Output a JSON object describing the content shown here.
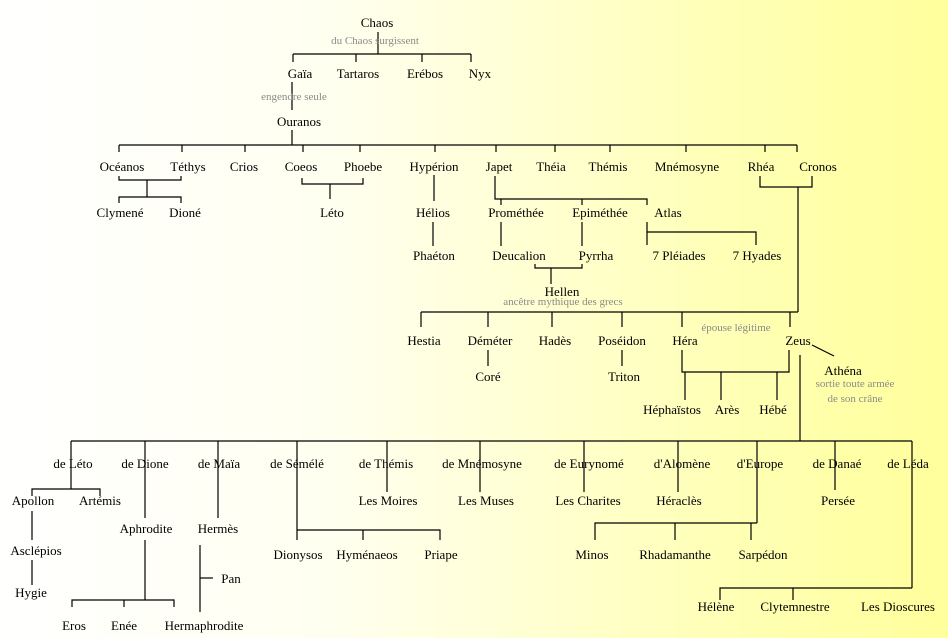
{
  "gods": {
    "chaos": "Chaos",
    "gaia": "Gaïa",
    "tartaros": "Tartaros",
    "erebos": "Erébos",
    "nyx": "Nyx",
    "ouranos": "Ouranos",
    "oceanos": "Océanos",
    "tethys": "Téthys",
    "crios": "Crios",
    "coeos": "Coeos",
    "phoebe": "Phoebe",
    "hyperion": "Hypérion",
    "japet": "Japet",
    "theia": "Théia",
    "themis": "Thémis",
    "mnemosyne": "Mnémosyne",
    "rhea": "Rhéa",
    "cronos": "Cronos",
    "clymene": "Clymené",
    "dione": "Dioné",
    "leto": "Léto",
    "helios": "Hélios",
    "promethee": "Prométhée",
    "epimethee": "Epiméthée",
    "atlas": "Atlas",
    "phaeton": "Phaéton",
    "deucalion": "Deucalion",
    "pyrrha": "Pyrrha",
    "pleiades": "7 Pléiades",
    "hyades": "7 Hyades",
    "hellen": "Hellen",
    "hestia": "Hestia",
    "demeter": "Déméter",
    "hades": "Hadès",
    "poseidon": "Poséidon",
    "hera": "Héra",
    "zeus": "Zeus",
    "athena": "Athéna",
    "core": "Coré",
    "triton": "Triton",
    "hephaistos": "Héphaïstos",
    "ares": "Arès",
    "hebe": "Hébé",
    "apollon": "Apollon",
    "artemis": "Artémis",
    "asclepios": "Asclépios",
    "hygie": "Hygie",
    "aphrodite": "Aphrodite",
    "eros": "Eros",
    "enee": "Enée",
    "hermaphrodite": "Hermaphrodite",
    "hermes": "Hermès",
    "pan": "Pan",
    "dionysos": "Dionysos",
    "hymenaeos": "Hyménaeos",
    "priape": "Priape",
    "moires": "Les Moires",
    "muses": "Les Muses",
    "charites": "Les Charites",
    "heracles": "Héraclès",
    "minos": "Minos",
    "rhadamanthe": "Rhadamanthe",
    "sarpedon": "Sarpédon",
    "persee": "Persée",
    "helene": "Hélène",
    "clytemnestre": "Clytemnestre",
    "dioscures": "Les Dioscures"
  },
  "mothers": {
    "leto": "de Léto",
    "dione": "de Dione",
    "maia": "de Maïa",
    "semele": "de Sémélé",
    "themis": "de Thémis",
    "mnemosyne": "de Mnémosyne",
    "eurynome": "de Eurynomé",
    "alcmene": "d'Alomène",
    "europe": "d'Europe",
    "danae": "de Danaé",
    "leda": "de Léda"
  },
  "notes": {
    "chaos": "du Chaos surgissent",
    "gaia": "engendre seule",
    "hellen": "ancêtre mythique des grecs",
    "hera": "épouse légitime",
    "athena_1": "sortie toute armée",
    "athena_2": "de son crâne"
  }
}
